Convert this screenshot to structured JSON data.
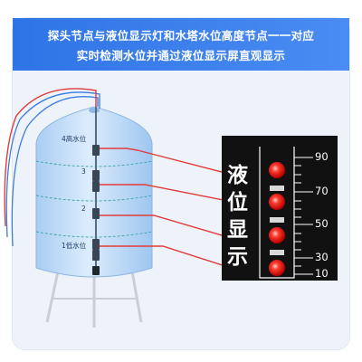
{
  "caption": {
    "line1": "探头节点与液位显示灯和水塔水位高度节点一一对应",
    "line2": "实时检测水位并通过液位显示屏直观显示"
  },
  "tank": {
    "levels": [
      "4高水位",
      "3",
      "2",
      "1低水位"
    ]
  },
  "panel": {
    "chars": [
      "液",
      "位",
      "显",
      "示"
    ],
    "scale": [
      "90",
      "70",
      "50",
      "30",
      "10"
    ]
  },
  "colors": {
    "banner": "#3b7ff0",
    "tank": "#bcd8f7",
    "wire_red": "#e13a3a",
    "wire_blue": "#3a7de0",
    "panel": "#111111",
    "lamp": "#ff2b2b"
  }
}
